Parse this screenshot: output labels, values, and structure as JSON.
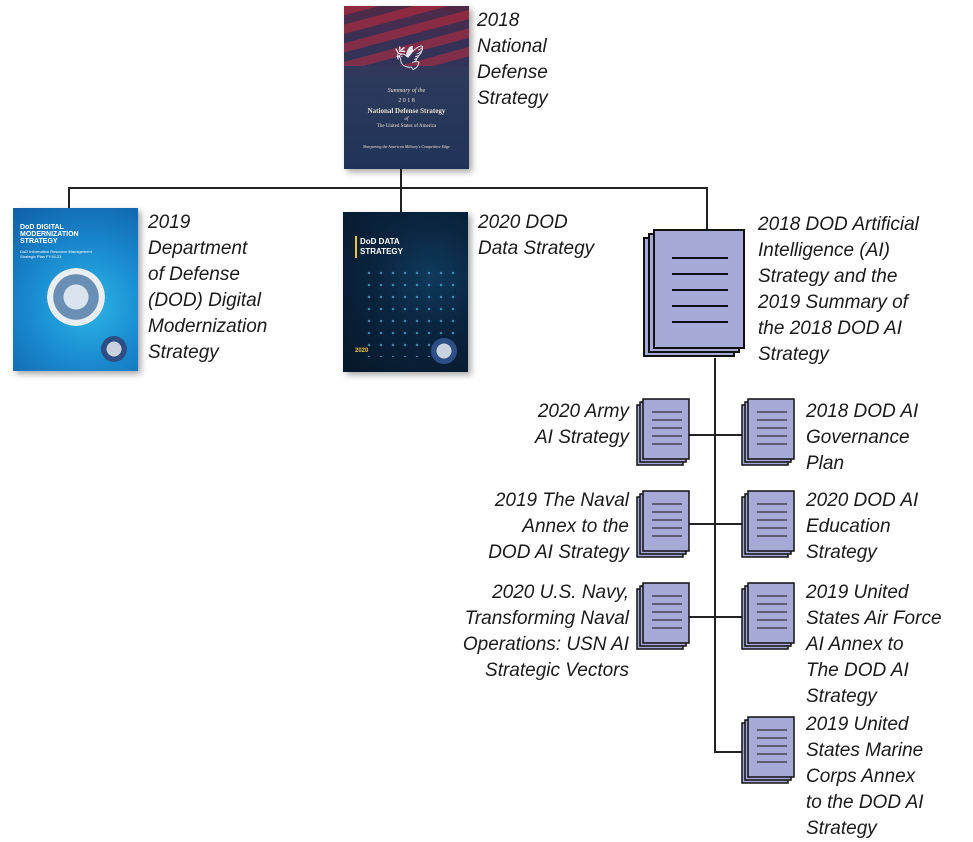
{
  "colors": {
    "doc_fill": "#a7a9d6",
    "doc_stroke": "#111111",
    "line": "#222222"
  },
  "top": {
    "cover_text": {
      "line1": "Summary of the",
      "line2": "2 0 1 8",
      "line3": "National Defense Strategy",
      "line4": "of",
      "line5": "The United States of America",
      "line6": "Sharpening the American Military's Competitive Edge"
    },
    "label": "2018\nNational\nDefense\nStrategy"
  },
  "digital_modernization": {
    "cover_title": "DoD DIGITAL\nMODERNIZATION\nSTRATEGY",
    "cover_subtitle": "DoD Information Resource Management\nStrategic Plan FY19-23",
    "label": "2019\nDepartment\nof Defense\n(DOD) Digital\nModernization\nStrategy"
  },
  "data_strategy": {
    "cover_title": "DoD DATA\nSTRATEGY",
    "cover_year": "2020",
    "label": "2020 DOD\nData Strategy"
  },
  "ai_strategy": {
    "label": "2018 DOD Artificial\nIntelligence (AI)\nStrategy and the\n2019 Summary of\nthe 2018 DOD AI\nStrategy",
    "icon": "document-stack-icon"
  },
  "left_children": [
    {
      "label": "2020 Army\nAI Strategy"
    },
    {
      "label": "2019 The Naval\nAnnex to the\nDOD AI Strategy"
    },
    {
      "label": "2020 U.S. Navy,\nTransforming Naval\nOperations: USN AI\nStrategic Vectors"
    }
  ],
  "right_children": [
    {
      "label": "2018 DOD AI\nGovernance\nPlan"
    },
    {
      "label": "2020 DOD AI\nEducation\nStrategy"
    },
    {
      "label": "2019 United\nStates Air Force\nAI Annex to\nThe DOD AI\nStrategy"
    },
    {
      "label": "2019 United\nStates Marine\nCorps Annex\nto the DOD AI\nStrategy"
    }
  ]
}
